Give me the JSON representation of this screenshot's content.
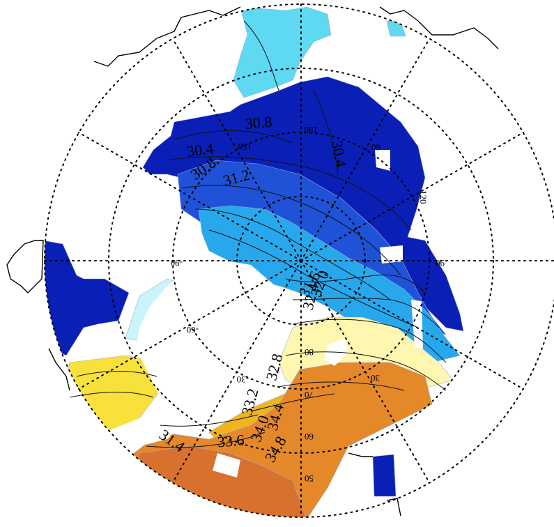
{
  "map": {
    "projection": "north-polar-stereographic",
    "colors": {
      "s_30": "#0a1fb5",
      "s_31": "#1f52d6",
      "s_31b": "#27a8ec",
      "s_32": "#5fd8f2",
      "s_32b": "#c8f4fa",
      "s_33": "#fff7b0",
      "s_33b": "#f7e13a",
      "s_34": "#f0b41e",
      "s_34b": "#e5882a",
      "s_35": "#d8702e"
    },
    "longitude_labels": [
      "180",
      "150",
      "120",
      "90",
      "-90",
      "-60",
      "-30",
      "30",
      "60"
    ],
    "latitude_labels": [
      "80",
      "70",
      "60",
      "50"
    ],
    "contour_labels": [
      "30.8",
      "30.4",
      "30.8",
      "31.2",
      "30.4",
      "31.6",
      "32.0",
      "32.4",
      "32.8",
      "33.2",
      "33.6",
      "34.0",
      "34.4",
      "34.8",
      "31.4"
    ]
  }
}
